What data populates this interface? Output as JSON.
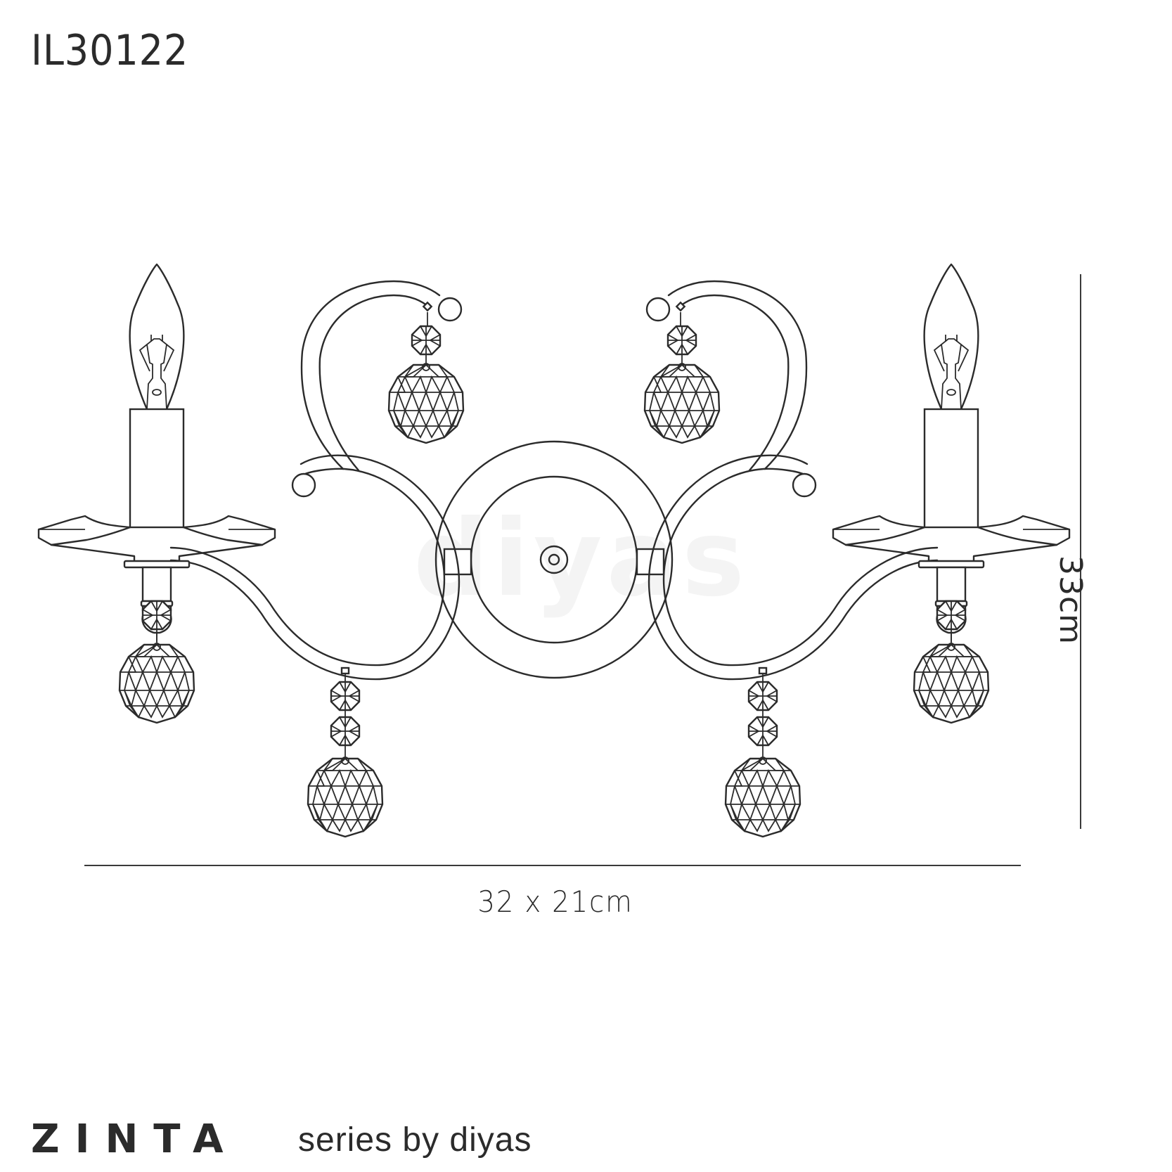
{
  "header": {
    "product_code": "IL30122"
  },
  "dimensions": {
    "width_depth_label": "32 x 21cm",
    "height_label": "33cm"
  },
  "footer": {
    "series_name": "ZINTA",
    "series_by": "series by diyas"
  },
  "watermark": {
    "text": "diyas"
  },
  "drawing": {
    "subject": "two-arm crystal wall light line drawing",
    "components": {
      "candle_arms": 2,
      "scroll_arms": 2,
      "crystal_balls": 6,
      "octagon_drops": 8,
      "backplate": "double ring with center mount"
    },
    "line_color": "#2b2b2b",
    "background_color": "#ffffff"
  }
}
